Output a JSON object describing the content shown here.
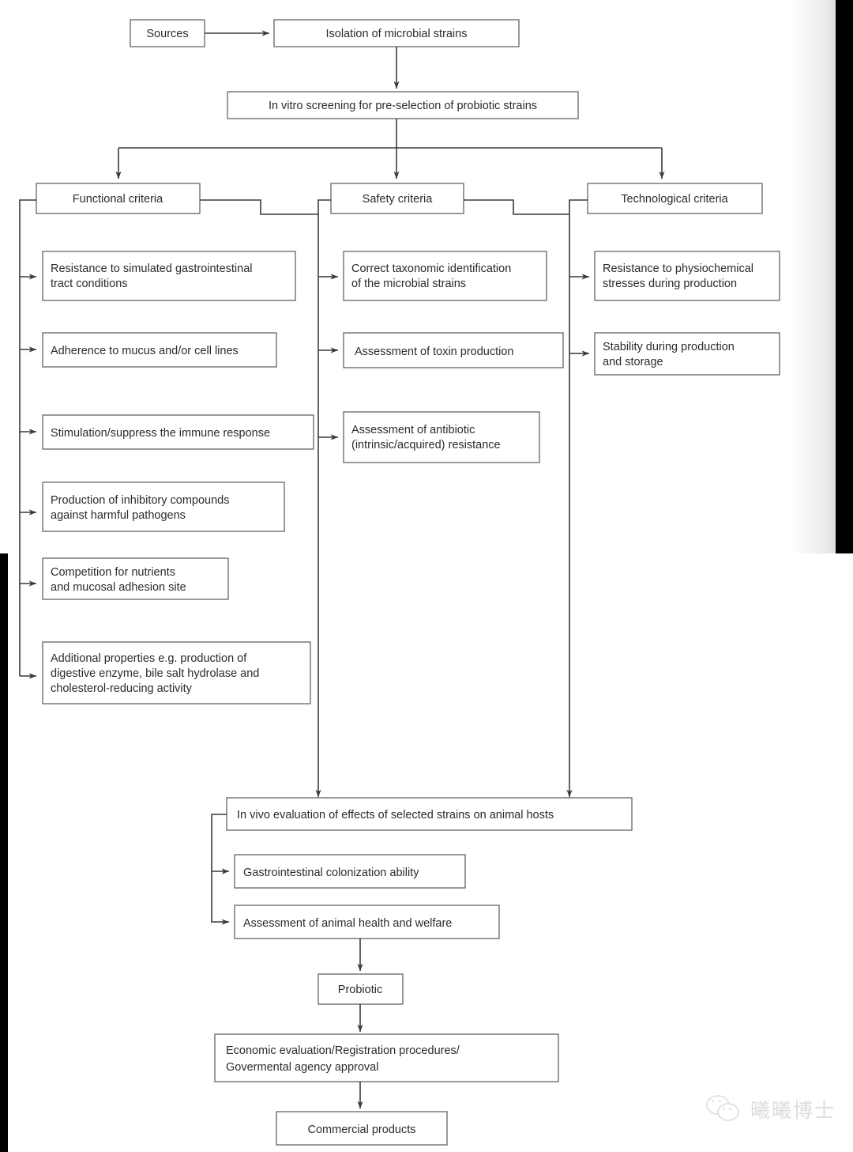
{
  "diagram": {
    "title": "Probiotic strain selection and development flowchart",
    "colors": {
      "box_border": "#6f6f6f",
      "line": "#3a3a3a",
      "text": "#2b2b2b",
      "background": "#ffffff",
      "band": "#000000"
    },
    "nodes": {
      "sources": "Sources",
      "isolation": "Isolation of microbial strains",
      "in_vitro": "In vitro screening for pre-selection of probiotic strains",
      "functional_criteria": "Functional criteria",
      "safety_criteria": "Safety criteria",
      "technological_criteria": "Technological criteria",
      "in_vivo": "In vivo evaluation of effects of selected strains on animal hosts",
      "gi_colonization": "Gastrointestinal colonization ability",
      "animal_health": "Assessment of animal health and welfare",
      "probiotic": "Probiotic",
      "economic": "Economic evaluation/Registration procedures/\nGovermental agency approval",
      "commercial": "Commercial products"
    },
    "functional_items": [
      "Resistance to simulated gastrointestinal\ntract conditions",
      "Adherence to mucus and/or cell lines",
      "Stimulation/suppress the immune response",
      "Production of inhibitory compounds\nagainst harmful pathogens",
      "Competition for nutrients\nand mucosal adhesion site",
      "Additional properties e.g. production of\ndigestive enzyme, bile salt hydrolase and\ncholesterol-reducing activity"
    ],
    "safety_items": [
      "Correct taxonomic identification\nof the microbial strains",
      "Assessment of toxin production",
      "Assessment of antibiotic\n(intrinsic/acquired) resistance"
    ],
    "technological_items": [
      "Resistance to physiochemical\nstresses during production",
      "Stability during production\nand storage"
    ],
    "watermark": {
      "text": "曦曦博士",
      "icon": "wechat-icon"
    }
  }
}
